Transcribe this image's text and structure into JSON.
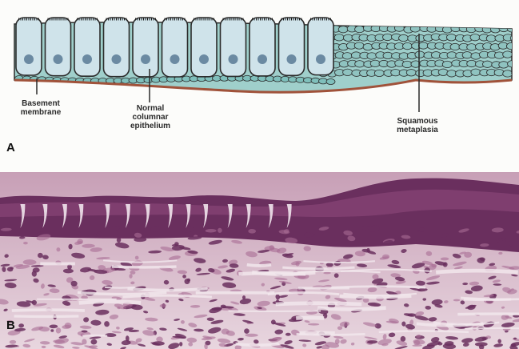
{
  "figure": {
    "panel_a": {
      "letter": "A",
      "labels": {
        "basement_line1": "Basement",
        "basement_line2": "membrane",
        "columnar_line1": "Normal",
        "columnar_line2": "columnar",
        "columnar_line3": "epithelium",
        "squamous_line1": "Squamous",
        "squamous_line2": "metaplasia"
      }
    },
    "panel_b": {
      "letter": "B"
    }
  },
  "colors": {
    "cell_fill": "#cfe3ea",
    "cell_outline": "#2b2b2b",
    "nucleus": "#6b8aa2",
    "squamous_cell": "#8fc3c0",
    "basement": "#a0523a",
    "stain_purple": "#6a2f5e",
    "stain_pink": "#d9b7c8"
  }
}
